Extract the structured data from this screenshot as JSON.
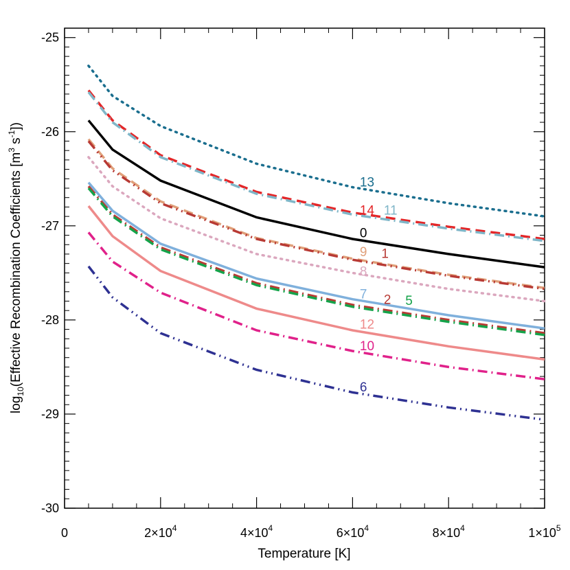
{
  "chart_data": {
    "type": "line",
    "xlabel": "Temperature [K]",
    "ylabel": {
      "prefix": "log",
      "sub": "10",
      "main": "(Effective Recombination Coefficients [m",
      "sup1": "3",
      "mid": " s",
      "sup2": "-1",
      "end": "])"
    },
    "xlim": [
      0,
      100000
    ],
    "ylim": [
      -30,
      -24.9
    ],
    "xticks": [
      {
        "value": 0,
        "base": "0",
        "exp": ""
      },
      {
        "value": 20000,
        "base": "2×10",
        "exp": "4"
      },
      {
        "value": 40000,
        "base": "4×10",
        "exp": "4"
      },
      {
        "value": 60000,
        "base": "6×10",
        "exp": "4"
      },
      {
        "value": 80000,
        "base": "8×10",
        "exp": "4"
      },
      {
        "value": 100000,
        "base": "1×10",
        "exp": "5"
      }
    ],
    "yticks": [
      {
        "value": -25,
        "label": "-25"
      },
      {
        "value": -26,
        "label": "-26"
      },
      {
        "value": -27,
        "label": "-27"
      },
      {
        "value": -28,
        "label": "-28"
      },
      {
        "value": -29,
        "label": "-29"
      },
      {
        "value": -30,
        "label": "-30"
      }
    ],
    "x": [
      5000,
      10000,
      20000,
      40000,
      60000,
      80000,
      100000
    ],
    "series": [
      {
        "name": "13",
        "color": "#1a6e8e",
        "style": "dot",
        "values": [
          -25.3,
          -25.62,
          -25.94,
          -26.34,
          -26.59,
          -26.76,
          -26.9
        ],
        "label_at": [
          61500,
          -26.53
        ]
      },
      {
        "name": "14",
        "color": "#e42628",
        "style": "dash",
        "values": [
          -25.56,
          -25.88,
          -26.25,
          -26.64,
          -26.86,
          -27.01,
          -27.14
        ],
        "label_at": [
          61500,
          -26.83
        ]
      },
      {
        "name": "11",
        "color": "#7fb6c8",
        "style": "dashdot",
        "values": [
          -25.58,
          -25.9,
          -26.27,
          -26.66,
          -26.88,
          -27.03,
          -27.16
        ],
        "label_at": [
          66500,
          -26.83
        ]
      },
      {
        "name": "0",
        "color": "#000000",
        "style": "solid",
        "values": [
          -25.88,
          -26.19,
          -26.52,
          -26.91,
          -27.14,
          -27.3,
          -27.44
        ],
        "label_at": [
          61500,
          -27.07
        ]
      },
      {
        "name": "9",
        "color": "#e0a07a",
        "style": "dash",
        "values": [
          -26.08,
          -26.39,
          -26.74,
          -27.13,
          -27.35,
          -27.52,
          -27.66
        ],
        "label_at": [
          61500,
          -27.27
        ]
      },
      {
        "name": "1",
        "color": "#b83a34",
        "style": "dashdotdot",
        "values": [
          -26.1,
          -26.41,
          -26.76,
          -27.14,
          -27.36,
          -27.53,
          -27.67
        ],
        "label_at": [
          66000,
          -27.29
        ]
      },
      {
        "name": "8",
        "color": "#dba7be",
        "style": "dot",
        "values": [
          -26.27,
          -26.58,
          -26.92,
          -27.3,
          -27.5,
          -27.67,
          -27.8
        ],
        "label_at": [
          61500,
          -27.48
        ]
      },
      {
        "name": "7",
        "color": "#7fb0dc",
        "style": "solid",
        "values": [
          -26.54,
          -26.84,
          -27.19,
          -27.56,
          -27.78,
          -27.95,
          -28.09
        ],
        "label_at": [
          61500,
          -27.72
        ]
      },
      {
        "name": "2",
        "color": "#b83a34",
        "style": "dashdot",
        "values": [
          -26.58,
          -26.88,
          -27.23,
          -27.61,
          -27.84,
          -28.0,
          -28.14
        ],
        "label_at": [
          66500,
          -27.78
        ]
      },
      {
        "name": "5",
        "color": "#15a34a",
        "style": "dashdot",
        "values": [
          -26.6,
          -26.9,
          -27.25,
          -27.63,
          -27.86,
          -28.02,
          -28.16
        ],
        "label_at": [
          71000,
          -27.79
        ]
      },
      {
        "name": "12",
        "color": "#ee8a8a",
        "style": "solid",
        "values": [
          -26.79,
          -27.11,
          -27.48,
          -27.88,
          -28.11,
          -28.28,
          -28.42
        ],
        "label_at": [
          61500,
          -28.04
        ]
      },
      {
        "name": "10",
        "color": "#e0218a",
        "style": "dashdot",
        "values": [
          -27.07,
          -27.38,
          -27.71,
          -28.11,
          -28.33,
          -28.5,
          -28.63
        ],
        "label_at": [
          61500,
          -28.27
        ]
      },
      {
        "name": "6",
        "color": "#2e3192",
        "style": "dashdotdot",
        "values": [
          -27.43,
          -27.76,
          -28.14,
          -28.53,
          -28.77,
          -28.93,
          -29.06
        ],
        "label_at": [
          61500,
          -28.71
        ]
      }
    ]
  }
}
